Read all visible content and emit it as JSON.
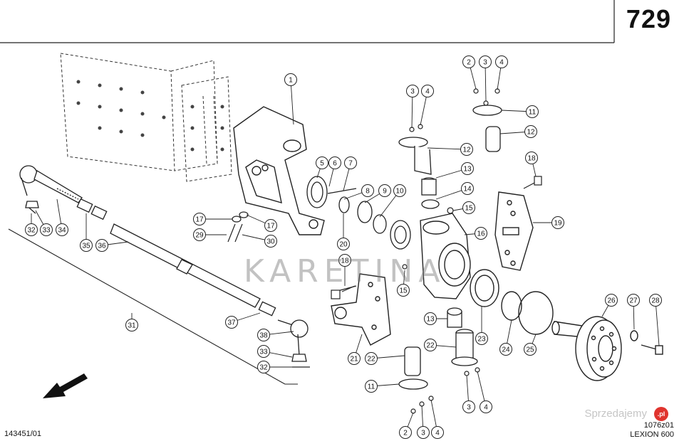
{
  "page_number": "729",
  "drawing_id": "143451/01",
  "drawing_ref": "1076z01",
  "model": "LEXION 600",
  "watermark": "KARETINA",
  "brand": "Sprzedajemy",
  "brand_badge": ".pl",
  "colors": {
    "line": "#222222",
    "background": "#ffffff",
    "watermark": "#8a8a8a",
    "badge": "#e0342e"
  },
  "callouts": [
    "1",
    "2",
    "2",
    "3",
    "3",
    "3",
    "3",
    "4",
    "4",
    "4",
    "4",
    "5",
    "6",
    "7",
    "8",
    "9",
    "10",
    "11",
    "11",
    "12",
    "12",
    "13",
    "13",
    "14",
    "15",
    "15",
    "16",
    "17",
    "17",
    "18",
    "18",
    "19",
    "20",
    "21",
    "22",
    "22",
    "23",
    "24",
    "25",
    "26",
    "27",
    "28",
    "29",
    "30",
    "31",
    "32",
    "32",
    "33",
    "33",
    "34",
    "35",
    "36",
    "37",
    "38"
  ]
}
